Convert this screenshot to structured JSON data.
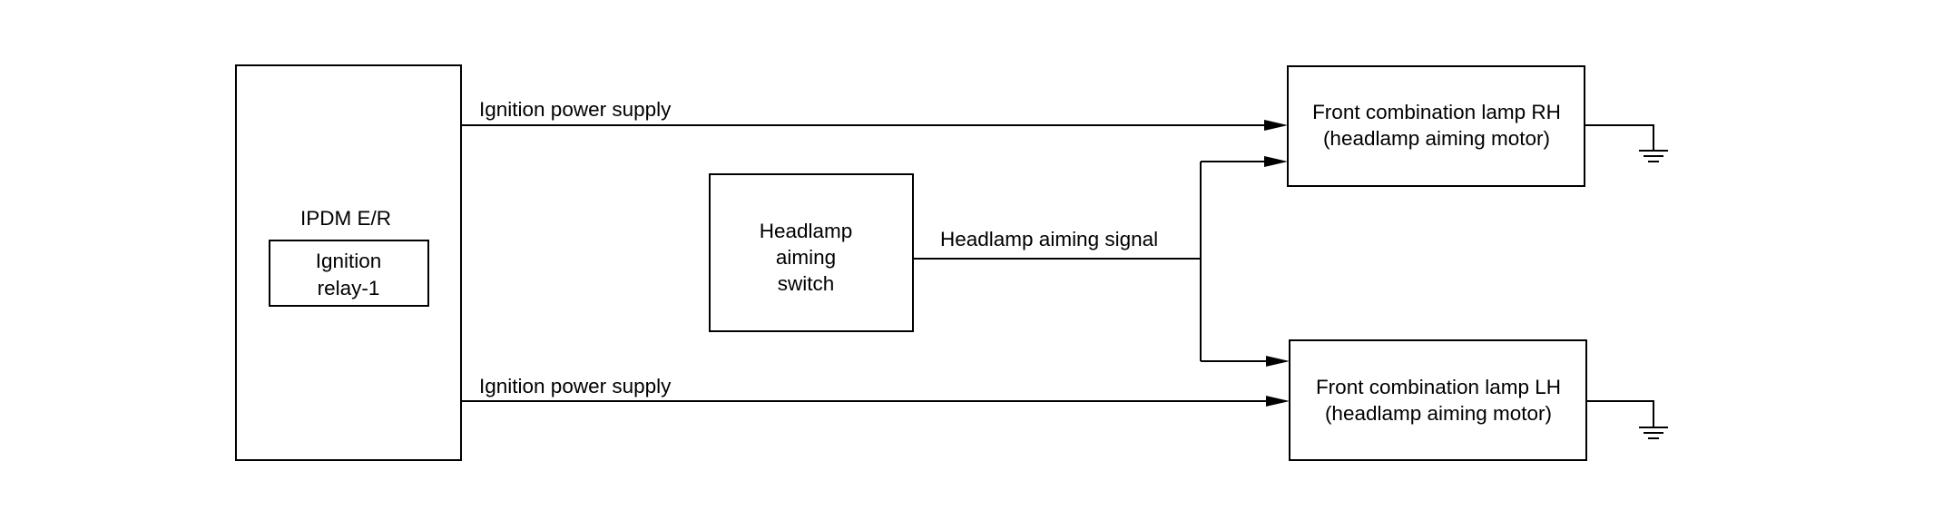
{
  "blocks": {
    "ipdm": {
      "label": "IPDM E/R"
    },
    "relay": {
      "line1": "Ignition",
      "line2": "relay-1"
    },
    "switch": {
      "line1": "Headlamp",
      "line2": "aiming",
      "line3": "switch"
    },
    "lamp_rh": {
      "line1": "Front combination lamp RH",
      "line2": "(headlamp aiming motor)"
    },
    "lamp_lh": {
      "line1": "Front combination lamp LH",
      "line2": "(headlamp aiming motor)"
    }
  },
  "signals": {
    "power_top": "Ignition power supply",
    "power_bottom": "Ignition power supply",
    "aiming": "Headlamp aiming signal"
  },
  "colors": {
    "line": "#000000",
    "background": "#ffffff"
  }
}
